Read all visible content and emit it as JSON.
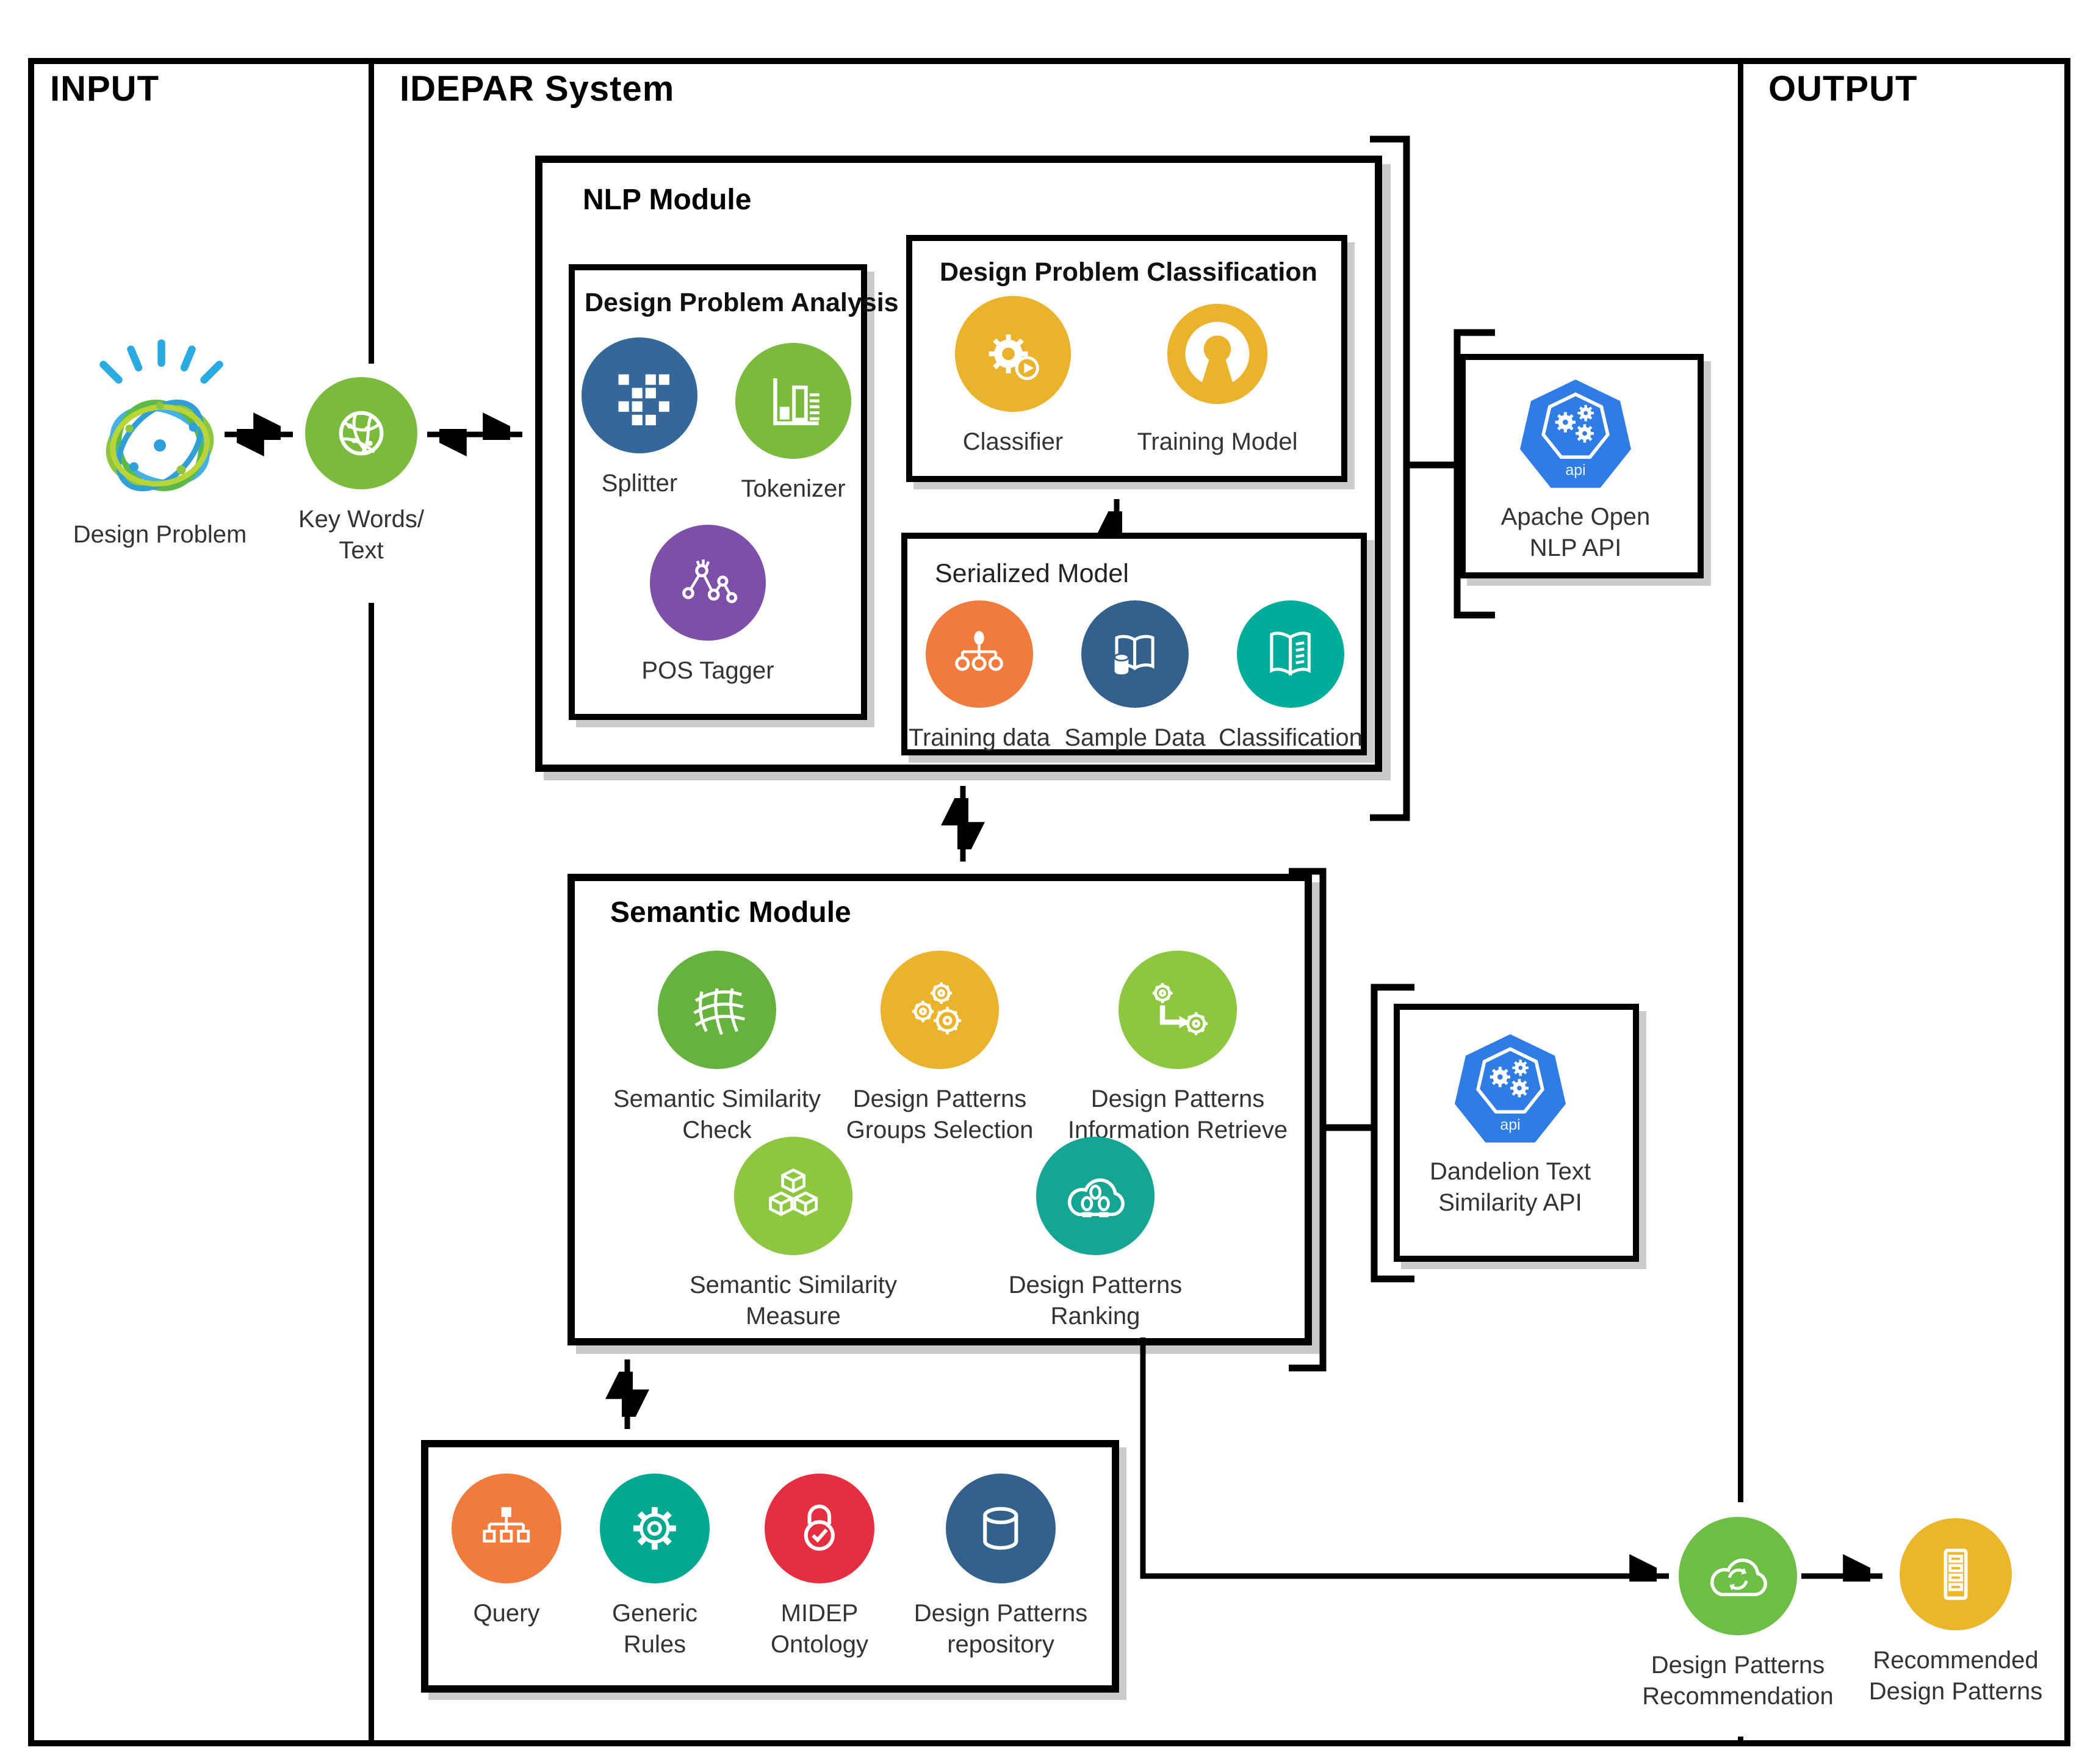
{
  "palette": {
    "outline_black": "#000000",
    "label_gray": "#333333",
    "shadow_gray": "#c9c9c9",
    "api_blue": "#2E7CE4",
    "ray_blue": "#29ABE2",
    "tangle_green": "#8CC63F",
    "tangle_blue": "#3FA9E0"
  },
  "sections": {
    "input_label": "INPUT",
    "system_label": "IDEPAR System",
    "output_label": "OUTPUT"
  },
  "input": {
    "design_problem": {
      "label": "Design Problem"
    },
    "keywords": {
      "lines": [
        "Key Words/",
        "Text"
      ],
      "color": "#7ABB3D"
    }
  },
  "nlp": {
    "title": "NLP Module",
    "analysis": {
      "title": "Design Problem Analysis",
      "items": [
        {
          "label": "Splitter",
          "color": "#35689A"
        },
        {
          "label": "Tokenizer",
          "color": "#7ABB3D"
        },
        {
          "label": "POS Tagger",
          "color": "#7C4FA9"
        }
      ]
    },
    "classification": {
      "title": "Design Problem Classification",
      "items": [
        {
          "label": "Classifier",
          "color": "#EBB32B"
        },
        {
          "label": "Training Model",
          "color": "#EBB32B"
        }
      ]
    },
    "serialized": {
      "title": "Serialized Model",
      "items": [
        {
          "label": "Training data",
          "color": "#F07B3C"
        },
        {
          "label": "Sample Data",
          "color": "#33618D"
        },
        {
          "label": "Classification",
          "color": "#00AD9B"
        }
      ]
    }
  },
  "semantic": {
    "title": "Semantic Module",
    "items": [
      {
        "lines": [
          "Semantic Similarity",
          "Check"
        ],
        "color": "#66B23E"
      },
      {
        "lines": [
          "Design Patterns",
          "Groups Selection"
        ],
        "color": "#EBB32B"
      },
      {
        "lines": [
          "Design Patterns",
          "Information Retrieve"
        ],
        "color": "#8DC63F"
      },
      {
        "lines": [
          "Semantic Similarity",
          "Measure"
        ],
        "color": "#8DC63F"
      },
      {
        "lines": [
          "Design Patterns",
          "Ranking"
        ],
        "color": "#16A493"
      }
    ]
  },
  "apis": {
    "apache": {
      "lines": [
        "Apache Open",
        "NLP API"
      ],
      "badge": "api",
      "color": "#2E7CE4"
    },
    "dandelion": {
      "lines": [
        "Dandelion Text",
        "Similarity API"
      ],
      "badge": "api",
      "color": "#2E7CE4"
    }
  },
  "repository": {
    "items": [
      {
        "lines": [
          "Query"
        ],
        "color": "#F07B3C"
      },
      {
        "lines": [
          "Generic",
          "Rules"
        ],
        "color": "#00A88F"
      },
      {
        "lines": [
          "MIDEP",
          "Ontology"
        ],
        "color": "#E62E41"
      },
      {
        "lines": [
          "Design Patterns",
          "repository"
        ],
        "color": "#33618D"
      }
    ]
  },
  "output": {
    "recommendation": {
      "lines": [
        "Design Patterns",
        "Recommendation"
      ],
      "color": "#6CBE44"
    },
    "recommended": {
      "lines": [
        "Recommended",
        "Design Patterns"
      ],
      "color": "#EBB62A"
    }
  }
}
